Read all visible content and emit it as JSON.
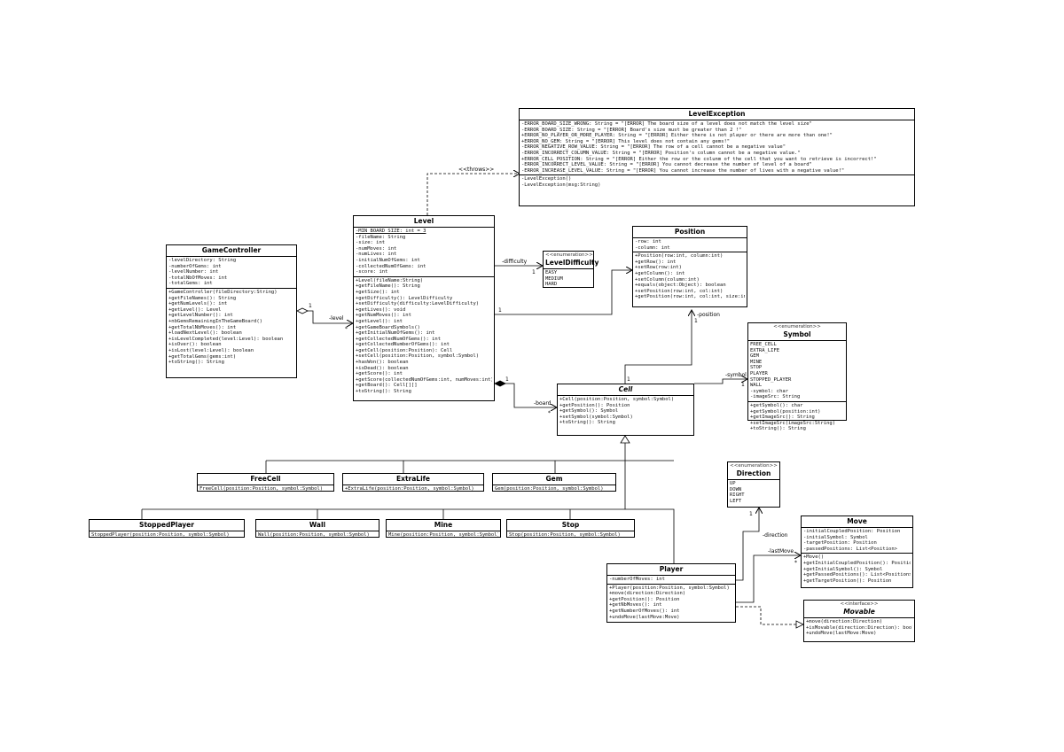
{
  "classes": {
    "level_exception": {
      "name": "LevelException",
      "attributes": [
        "-ERROR_BOARD_SIZE_WRONG: String = \"[ERROR] The board size of a level does not match the level size\"",
        "-ERROR_BOARD_SIZE: String = \"[ERROR] Board's size must be greater than 2 !\"",
        "+ERROR_NO_PLAYER_OR_MORE_PLAYER: String = \"[ERROR] Either there is not player or there are more than one!\"",
        "+ERROR_NO_GEM: String = \"[ERROR] This level does not contain any gems!\"",
        "-ERROR_NEGATIVE_ROW_VALUE: String = \"[ERROR] The row of a cell cannot be a negative value\"",
        "-ERROR_INCORRECT_COLUMN_VALUE: String = \"[ERROR] Position's column cannot be a negative value.\"",
        "+ERROR_CELL_POSITION: String = \"[ERROR] Either the row or the colunm of the cell that you want to retrieve is incorrect!\"",
        "-ERROR_INCORRECT_LEVEL_VALUE: String = \"[ERROR] You cannot decrease the number of level of a board\"",
        "-ERROR_INCREASE_LEVEL_VALUE: String = \"[ERROR] You cannot increase the number of lives with a negative value!\""
      ],
      "operations": [
        "-LevelException()",
        "-LevelException(msg:String)"
      ]
    },
    "game_controller": {
      "name": "GameController",
      "attributes": [
        "-levelDirectory: String",
        "-numberOfGems: int",
        "-levelNumber: int",
        "-totalNbOfMoves: int",
        "-totalGems: int"
      ],
      "operations": [
        "+GameController(fileDirectory:String)",
        "+getFileNames(): String",
        "+getNumLevels(): int",
        "+getLevel(): Level",
        "+getLevelNumber(): int",
        "+nbGemsRemainingInTheGameBoard()",
        "+getTotalNbMoves(): int",
        "+loadNextLevel(): boolean",
        "+isLevelCompleted(level:Level): boolean",
        "+isOver(): boolean",
        "+isLost(level:Level): boolean",
        "+getTotalGems(gems:int)",
        "+toString(): String"
      ]
    },
    "level": {
      "name": "Level",
      "attributes": [
        "-MIN_BOARD_SIZE: int = 3",
        "-fileName: String",
        "-size: int",
        "-numMoves: int",
        "-numLives: int",
        "-initialNumOfGems: int",
        "-collectedNumOfGems: int",
        "-score: int"
      ],
      "operations": [
        "+Level(fileName:String)",
        "+getFileName(): String",
        "+getSize(): int",
        "+getDifficulty(): LevelDifficulty",
        "+setDifficulty(difficulty:LevelDifficulty)",
        "+getLives(): void",
        "+getNumMoves(): int",
        "+getLevel(): int",
        "+getGameBoardSymbols()",
        "+getInitialNumOfGems(): int",
        "+getCollectedNumOfGems(): int",
        "+getCollectedNumberOfGems(): int",
        "+getCell(position:Position): Cell",
        "+setCell(position:Position, symbol:Symbol)",
        "+hasWon(): boolean",
        "+isDead(): boolean",
        "+getScore(): int",
        "+getScore(collectedNumOfGems:int, numMoves:int)",
        "+getBoard(): Cell[][]",
        "+toString(): String"
      ]
    },
    "level_difficulty": {
      "stereotype": "<<enumeration>>",
      "name": "LevelDifficulty",
      "literals": [
        "EASY",
        "MEDIUM",
        "HARD"
      ]
    },
    "position": {
      "name": "Position",
      "attributes": [
        "-row: int",
        "-column: int"
      ],
      "operations": [
        "+Position(row:int, column:int)",
        "+getRow(): int",
        "+setRow(row:int)",
        "+getColumn(): int",
        "+setColumn(column:int)",
        "+equals(object:Object): boolean",
        "+setPosition(row:int, col:int)",
        "+getPosition(row:int, col:int, size:int)"
      ]
    },
    "symbol": {
      "stereotype": "<<enumeration>>",
      "name": "Symbol",
      "literals": [
        "FREE_CELL",
        "EXTRA_LIFE",
        "GEM",
        "MINE",
        "STOP",
        "PLAYER",
        "STOPPED_PLAYER",
        "WALL",
        "-symbol: char",
        "-imageSrc: String"
      ],
      "operations": [
        "+getSymbol(): char",
        "+getSymbol(position:int)",
        "+getImageSrc(): String",
        "+setImageSrc(imageSrc:String)",
        "+toString(): String"
      ]
    },
    "cell": {
      "name": "Cell",
      "operations": [
        "+Cell(position:Position, symbol:Symbol)",
        "+getPosition(): Position",
        "+getSymbol(): Symbol",
        "+setSymbol(symbol:Symbol)",
        "+toString(): String"
      ]
    },
    "free_cell": {
      "name": "FreeCell",
      "operations": [
        "FreeCell(position:Position, symbol:Symbol)"
      ]
    },
    "extra_life": {
      "name": "ExtraLife",
      "operations": [
        "+ExtraLife(position:Position, symbol:Symbol)"
      ]
    },
    "gem": {
      "name": "Gem",
      "operations": [
        "Gem(position:Position, symbol:Symbol)"
      ]
    },
    "stopped_player": {
      "name": "StoppedPlayer",
      "operations": [
        "StoppedPlayer(position:Position, symbol:Symbol)"
      ]
    },
    "wall": {
      "name": "Wall",
      "operations": [
        "Wall(position:Position, symbol:Symbol)"
      ]
    },
    "mine": {
      "name": "Mine",
      "operations": [
        "Mine(position:Position, symbol:Symbol)"
      ]
    },
    "stop": {
      "name": "Stop",
      "operations": [
        "Stop(position:Position, symbol:Symbol)"
      ]
    },
    "direction": {
      "stereotype": "<<enumeration>>",
      "name": "Direction",
      "literals": [
        "UP",
        "DOWN",
        "RIGHT",
        "LEFT"
      ]
    },
    "move": {
      "name": "Move",
      "attributes": [
        "-initialCoupledPosition: Position",
        "-initialSymbol: Symbol",
        "-targetPosition: Position",
        "-passedPositions: List<Position>"
      ],
      "operations": [
        "+Move()",
        "+getInitialCoupledPosition(): Position",
        "+getInitialSymbol(): Symbol",
        "+getPassedPositions(): List<Position>",
        "+getTargetPosition(): Position"
      ]
    },
    "player": {
      "name": "Player",
      "attributes": [
        "-numberOfMoves: int"
      ],
      "operations": [
        "+Player(position:Position, symbol:Symbol)",
        "+move(direction:Direction)",
        "+getPosition(): Position",
        "+getNbMoves(): int",
        "+getNumberOfMoves(): int",
        "+undoMove(lastMove:Move)"
      ]
    },
    "movable": {
      "stereotype": "<<interface>>",
      "name": "Movable",
      "operations": [
        "+move(direction:Direction)",
        "+isMovable(direction:Direction): boolean",
        "+undoMove(lastMove:Move)"
      ]
    }
  },
  "relations": {
    "throws": "<<throws>>",
    "level": "-level",
    "difficulty": "-difficulty",
    "position": "-position",
    "symbol": "-symbol",
    "board": "-board",
    "direction": "-direction",
    "last_move": "-lastMove",
    "mult_one": "1",
    "mult_star": "*"
  }
}
